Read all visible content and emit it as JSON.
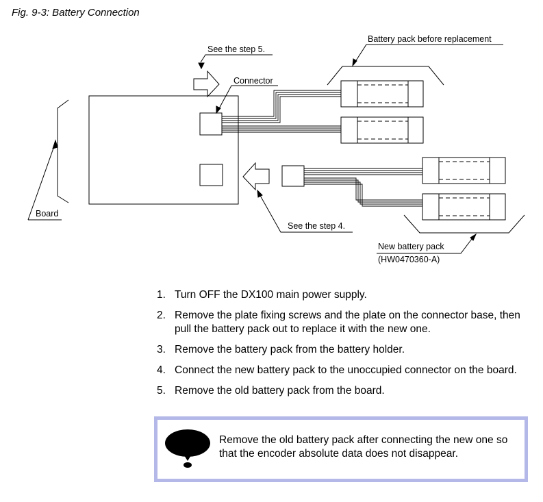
{
  "figure": {
    "caption": "Fig. 9-3: Battery Connection",
    "labels": {
      "see_step5": "See the step 5.",
      "battery_before": "Battery pack before replacement",
      "connector": "Connector",
      "board": "Board",
      "see_step4": "See the step 4.",
      "new_battery": "New battery pack",
      "new_battery_part": "(HW0470360-A)"
    }
  },
  "steps": [
    {
      "number": "1.",
      "text": "Turn OFF the DX100 main power supply."
    },
    {
      "number": "2.",
      "text": "Remove the plate fixing screws and the plate on the connector base, then pull the battery pack out to replace it with the new one."
    },
    {
      "number": "3.",
      "text": "Remove the battery pack from the battery holder."
    },
    {
      "number": "4.",
      "text": "Connect the new battery pack to the unoccupied connector on the board."
    },
    {
      "number": "5.",
      "text": "Remove the old battery pack from the board."
    }
  ],
  "note": {
    "icon_label": "NOTE",
    "text": "Remove the old battery pack after connecting the new one so that the encoder absolute data does not disappear."
  },
  "colors": {
    "note_border": "#b4b8e8",
    "ink": "#000000"
  }
}
